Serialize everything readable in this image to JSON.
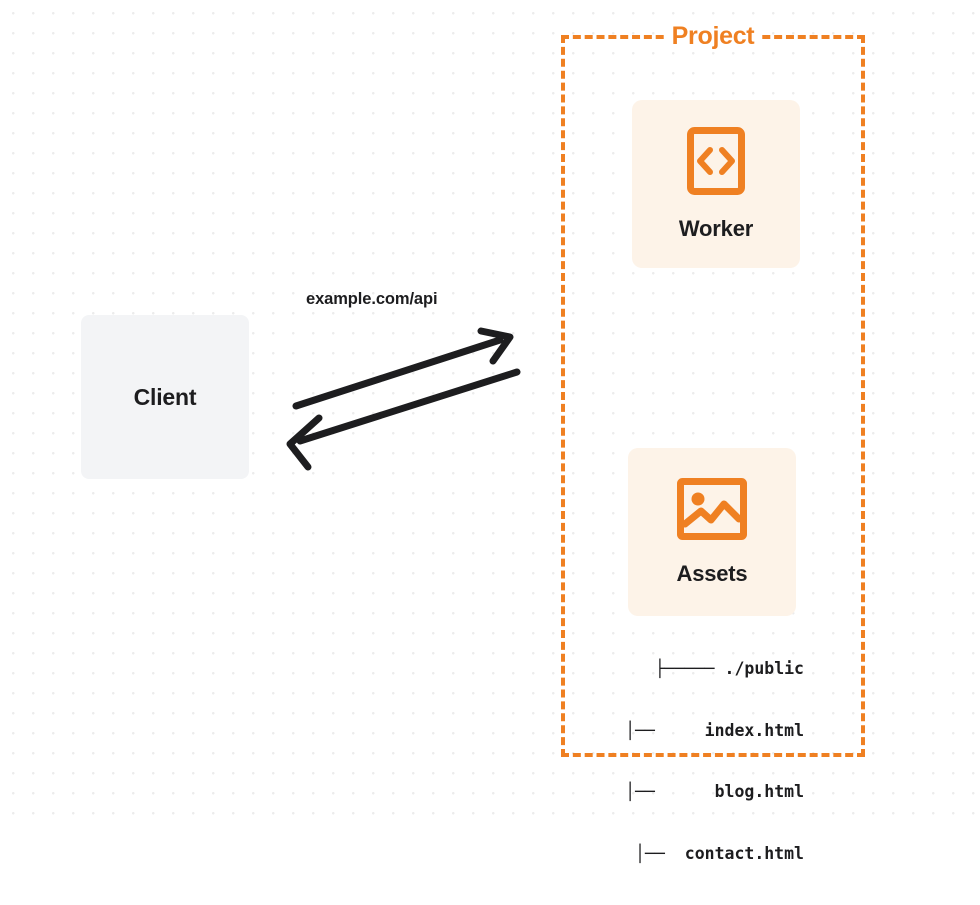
{
  "diagram": {
    "title": "Client to Project request flow",
    "background": {
      "color": "#ffffff",
      "dot_color": "#ececec"
    },
    "colors": {
      "accent_orange": "#ef8022",
      "card_background": "#fdf3e8",
      "client_background": "#f3f4f6",
      "text": "#1d1d1f",
      "arrow": "#1d1d1f"
    }
  },
  "client": {
    "label": "Client"
  },
  "project": {
    "label": "Project",
    "border_style": "dashed",
    "services": [
      {
        "id": "worker",
        "label": "Worker",
        "icon": "code-brackets-icon"
      },
      {
        "id": "assets",
        "label": "Assets",
        "icon": "image-icon"
      }
    ]
  },
  "assets_tree": {
    "rows": [
      "├───── ./public",
      "│──     index.html",
      "│──      blog.html",
      "│──  contact.html"
    ]
  },
  "connection": {
    "label": "example.com/api",
    "request_direction": "client-to-project",
    "response_direction": "project-to-client"
  }
}
